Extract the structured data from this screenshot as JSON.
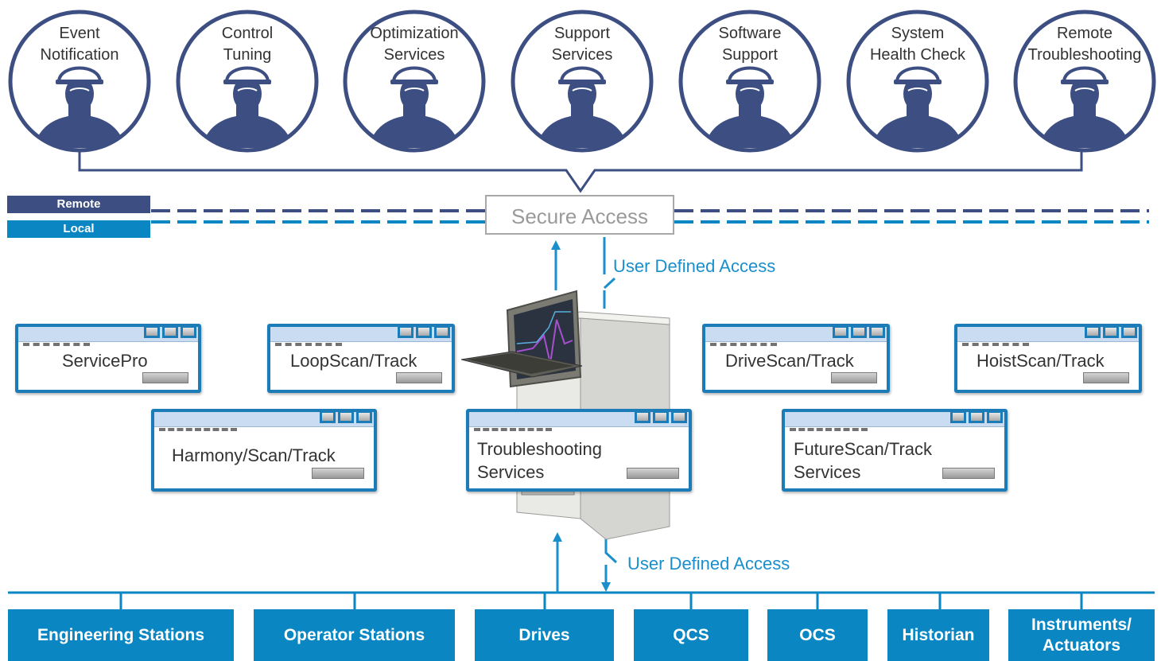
{
  "services": [
    {
      "label": "Event\nNotification"
    },
    {
      "label": "Control\nTuning"
    },
    {
      "label": "Optimization\nServices"
    },
    {
      "label": "Support\nServices"
    },
    {
      "label": "Software\nSupport"
    },
    {
      "label": "System\nHealth Check"
    },
    {
      "label": "Remote\nTroubleshooting"
    }
  ],
  "network": {
    "remote_label": "Remote",
    "local_label": "Local",
    "secure_access": "Secure Access",
    "user_defined_access_top": "User Defined Access",
    "user_defined_access_bottom": "User Defined Access"
  },
  "windows": [
    {
      "title": "ServicePro"
    },
    {
      "title": "LoopScan/Track"
    },
    {
      "title": "DriveScan/Track"
    },
    {
      "title": "HoistScan/Track"
    },
    {
      "title": "Harmony/Scan/Track"
    },
    {
      "title": "Troubleshooting\nServices"
    },
    {
      "title": "FutureScan/Track\nServices"
    }
  ],
  "bottom": [
    {
      "label": "Engineering Stations"
    },
    {
      "label": "Operator Stations"
    },
    {
      "label": "Drives"
    },
    {
      "label": "QCS"
    },
    {
      "label": "OCS"
    },
    {
      "label": "Historian"
    },
    {
      "label": "Instruments/\nActuators"
    }
  ],
  "colors": {
    "navy": "#3d4f82",
    "blue": "#0a86c3",
    "window_border": "#1c7cb8"
  }
}
